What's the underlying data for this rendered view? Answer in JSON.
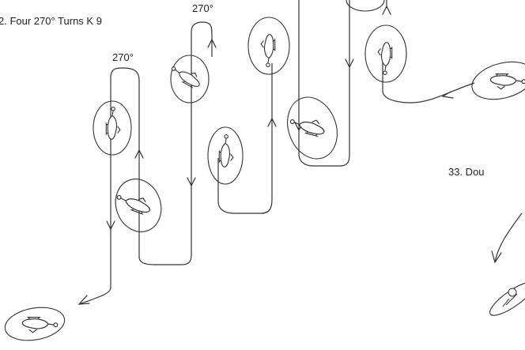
{
  "figure_32": {
    "title": "2. Four  270° Turns  K 9",
    "turn_labels": [
      "270°",
      "270°"
    ]
  },
  "figure_33": {
    "title": "33. Dou"
  },
  "colors": {
    "line": "#333333",
    "background": "#ffffff"
  }
}
